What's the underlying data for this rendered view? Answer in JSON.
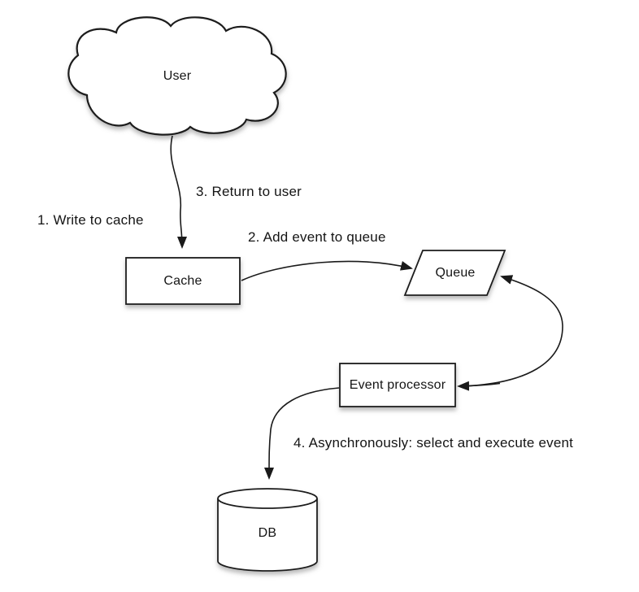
{
  "diagram_type": "flow-diagram",
  "colors": {
    "bg": "#ffffff",
    "fill": "#ffffff",
    "stroke": "#1a1a1a",
    "text": "#141414",
    "shadow": "#777777"
  },
  "nodes": {
    "user": {
      "label": "User",
      "shape": "cloud"
    },
    "cache": {
      "label": "Cache",
      "shape": "rectangle"
    },
    "queue": {
      "label": "Queue",
      "shape": "parallelogram"
    },
    "event_processor": {
      "label": "Event processor",
      "shape": "rectangle"
    },
    "db": {
      "label": "DB",
      "shape": "cylinder"
    }
  },
  "edges": [
    {
      "from": "User",
      "to": "Cache",
      "direction": "to",
      "labels": [
        "1. Write to cache",
        "3. Return to user"
      ]
    },
    {
      "from": "Cache",
      "to": "Queue",
      "direction": "to",
      "labels": [
        "2. Add event to queue"
      ]
    },
    {
      "from": "Queue",
      "to": "Event processor",
      "direction": "bidirectional",
      "labels": []
    },
    {
      "from": "Event processor",
      "to": "DB",
      "direction": "to",
      "labels": [
        "4. Asynchronously: select and execute event"
      ]
    }
  ]
}
